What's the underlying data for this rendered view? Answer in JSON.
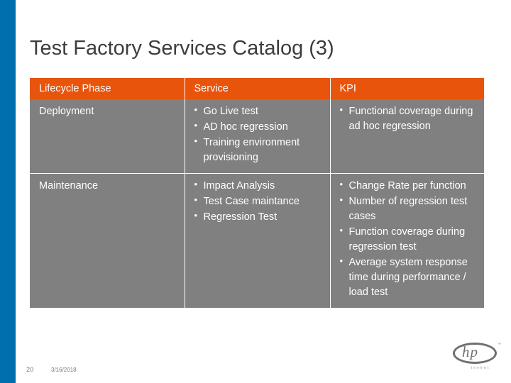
{
  "slide": {
    "title": "Test Factory Services Catalog (3)",
    "footer": {
      "page_number": "20",
      "date": "3/16/2018"
    },
    "logo": {
      "brand": "hp",
      "tagline": "invent",
      "trademark": "™"
    }
  },
  "table": {
    "headers": [
      "Lifecycle Phase",
      "Service",
      "KPI"
    ],
    "rows": [
      {
        "phase": "Deployment",
        "services": [
          "Go Live test",
          "AD hoc regression",
          "Training environment provisioning"
        ],
        "kpis": [
          "Functional coverage during ad hoc regression"
        ]
      },
      {
        "phase": "Maintenance",
        "services": [
          "Impact Analysis",
          "Test Case maintance",
          "Regression Test"
        ],
        "kpis": [
          "Change Rate per function",
          "Number of regression test cases",
          "Function coverage during regression test",
          "Average system response time during performance / load test"
        ]
      }
    ]
  },
  "colors": {
    "header_orange": "#e8540c",
    "body_gray": "#808080",
    "accent_blue": "#0070ad",
    "title_gray": "#3d3d3d"
  }
}
